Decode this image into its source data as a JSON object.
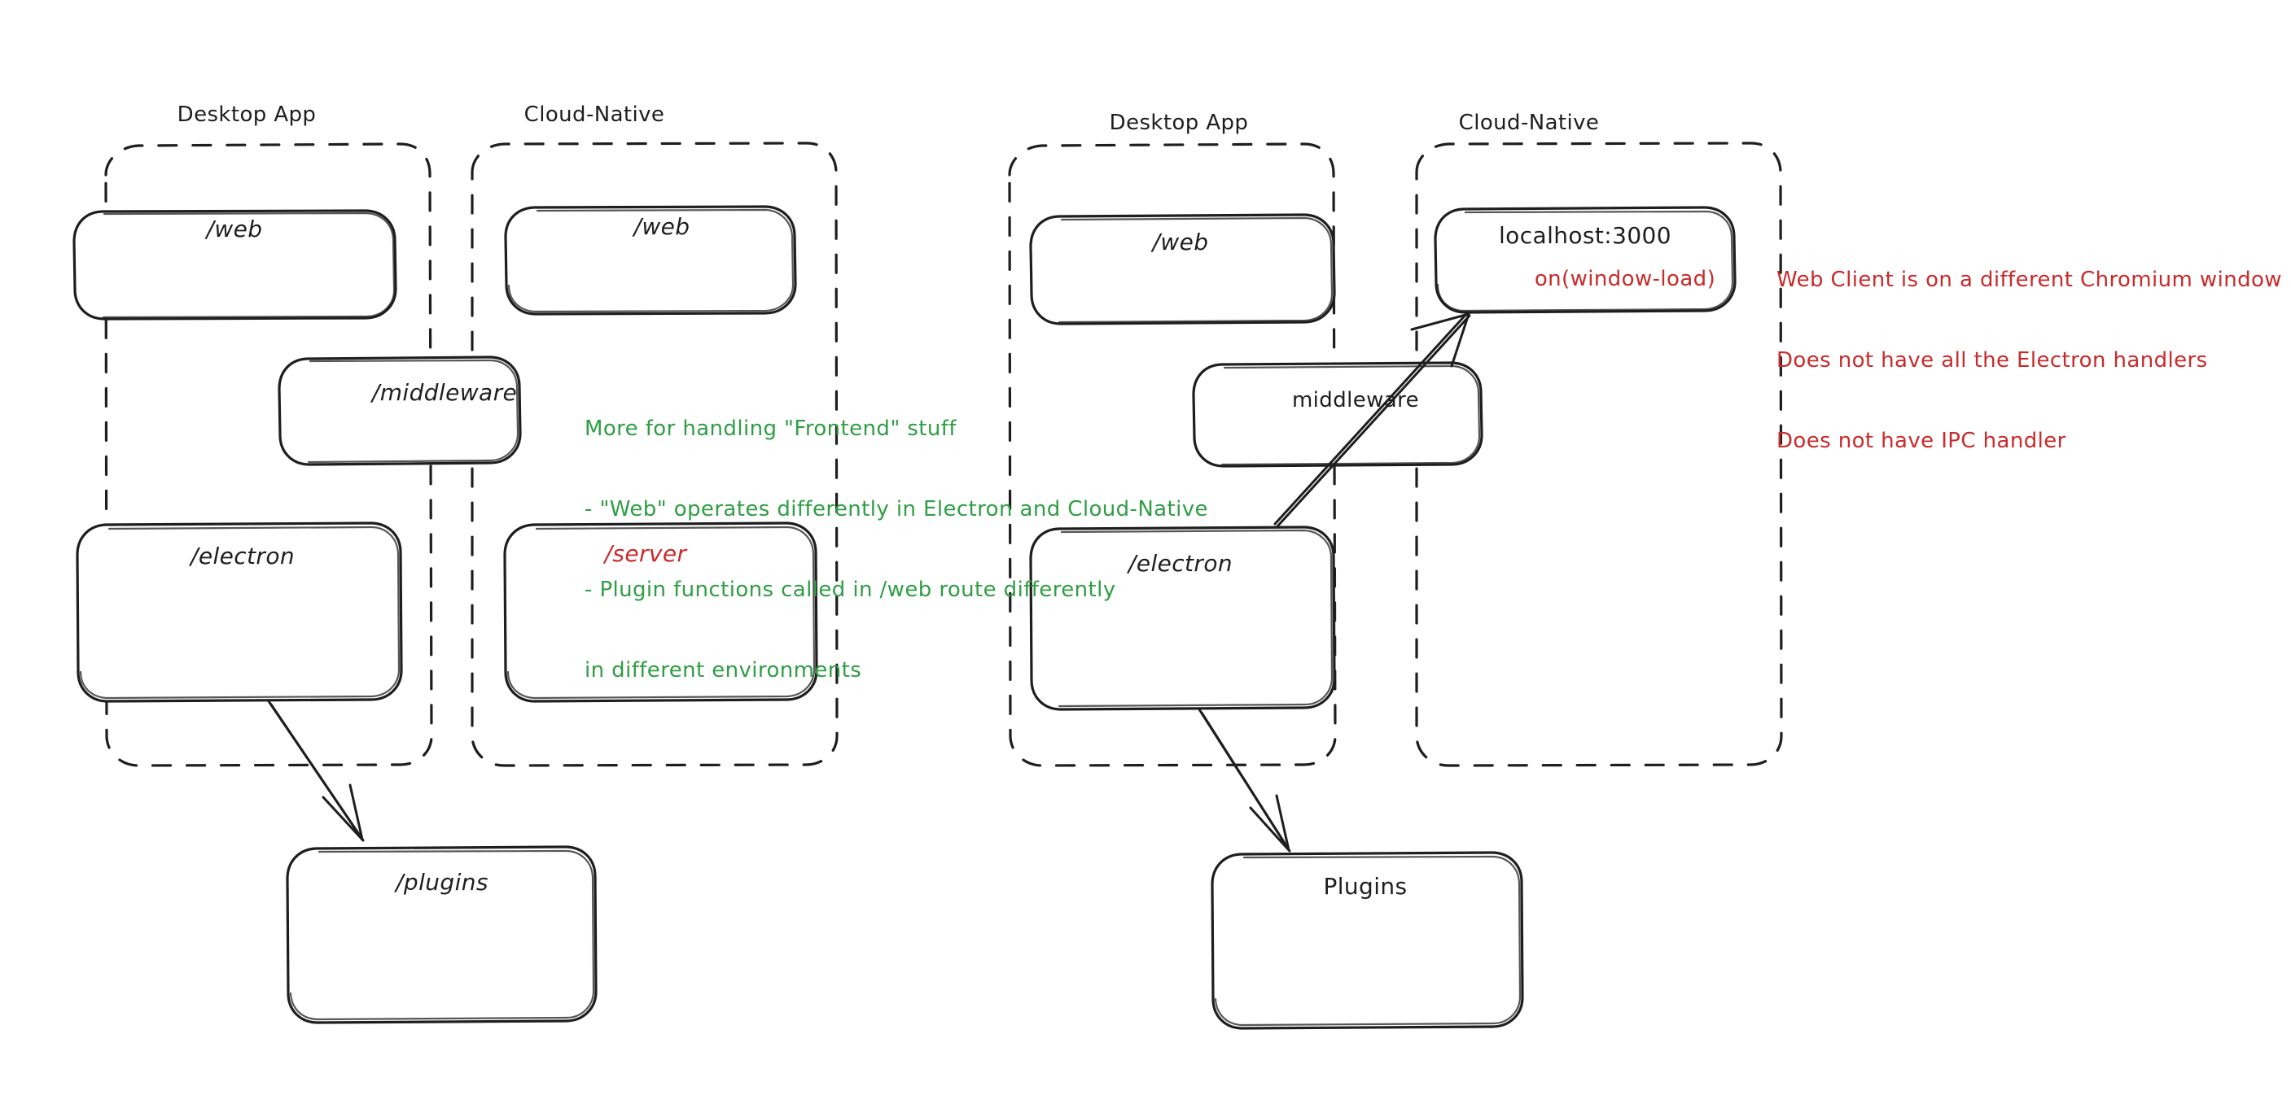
{
  "diagram": {
    "title": "Electron Desktop App vs Cloud-Native architecture comparison",
    "colors": {
      "stroke": "#1e1e1e",
      "green": "#2f9e44",
      "red": "#c92a2a",
      "background": "#ffffff"
    }
  },
  "left_panel": {
    "groups": [
      {
        "id": "left-desktop-app",
        "title": "Desktop App"
      },
      {
        "id": "left-cloud-native",
        "title": "Cloud-Native"
      }
    ],
    "boxes": [
      {
        "id": "left-desktop-web",
        "label": "/web",
        "color": "#1e1e1e"
      },
      {
        "id": "left-cloud-web",
        "label": "/web",
        "color": "#1e1e1e"
      },
      {
        "id": "left-middleware",
        "label": "/middleware",
        "color": "#1e1e1e"
      },
      {
        "id": "left-electron",
        "label": "/electron",
        "color": "#1e1e1e"
      },
      {
        "id": "left-server",
        "label": "/server",
        "color": "#c92a2a"
      },
      {
        "id": "left-plugins",
        "label": "/plugins",
        "color": "#1e1e1e"
      }
    ],
    "note_green": {
      "lines": [
        "More for handling \"Frontend\" stuff",
        "- \"Web\" operates differently in Electron and Cloud-Native",
        "- Plugin functions called in /web route differently",
        "in different environments"
      ]
    }
  },
  "right_panel": {
    "groups": [
      {
        "id": "right-desktop-app",
        "title": "Desktop App"
      },
      {
        "id": "right-cloud-native",
        "title": "Cloud-Native"
      }
    ],
    "boxes": [
      {
        "id": "right-desktop-web",
        "label": "/web",
        "color": "#1e1e1e"
      },
      {
        "id": "right-localhost",
        "label": "localhost:3000",
        "sublabel": "on(window-load)",
        "color": "#1e1e1e",
        "sublabel_color": "#c92a2a"
      },
      {
        "id": "right-middleware",
        "label": "middleware",
        "color": "#1e1e1e"
      },
      {
        "id": "right-electron",
        "label": "/electron",
        "color": "#1e1e1e"
      },
      {
        "id": "right-plugins",
        "label": "Plugins",
        "color": "#1e1e1e"
      }
    ],
    "note_red": {
      "lines": [
        "Web Client is on a different Chromium window",
        "Does not have all the Electron handlers",
        "Does not have IPC handler"
      ]
    }
  },
  "arrows": [
    {
      "id": "left-electron-to-plugins",
      "from": "left-electron",
      "to": "left-plugins"
    },
    {
      "id": "right-electron-to-localhost",
      "from": "right-electron",
      "to": "right-localhost"
    },
    {
      "id": "right-electron-to-plugins",
      "from": "right-electron",
      "to": "right-plugins"
    }
  ]
}
